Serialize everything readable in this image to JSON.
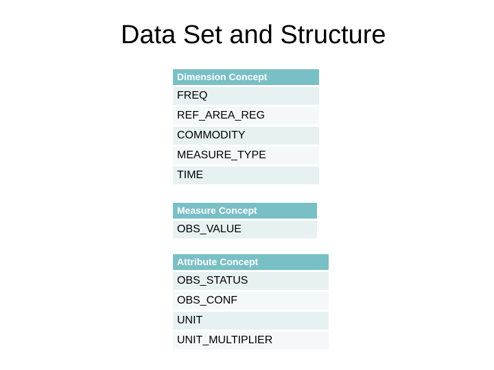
{
  "slide": {
    "title": "Data Set and Structure",
    "colors": {
      "header_bg": "#79BFC6",
      "row_odd": "#E7F1F2",
      "row_even": "#F4F8F9",
      "header_text": "#FFFFFF",
      "row_text": "#000000",
      "background": "#FFFFFF"
    },
    "tables": [
      {
        "header": "Dimension Concept",
        "rows": [
          "FREQ",
          "REF_AREA_REG",
          "COMMODITY",
          "MEASURE_TYPE",
          "TIME"
        ]
      },
      {
        "header": "Measure Concept",
        "rows": [
          "OBS_VALUE"
        ]
      },
      {
        "header": "Attribute Concept",
        "rows": [
          "OBS_STATUS",
          "OBS_CONF",
          "UNIT",
          "UNIT_MULTIPLIER"
        ]
      }
    ]
  }
}
